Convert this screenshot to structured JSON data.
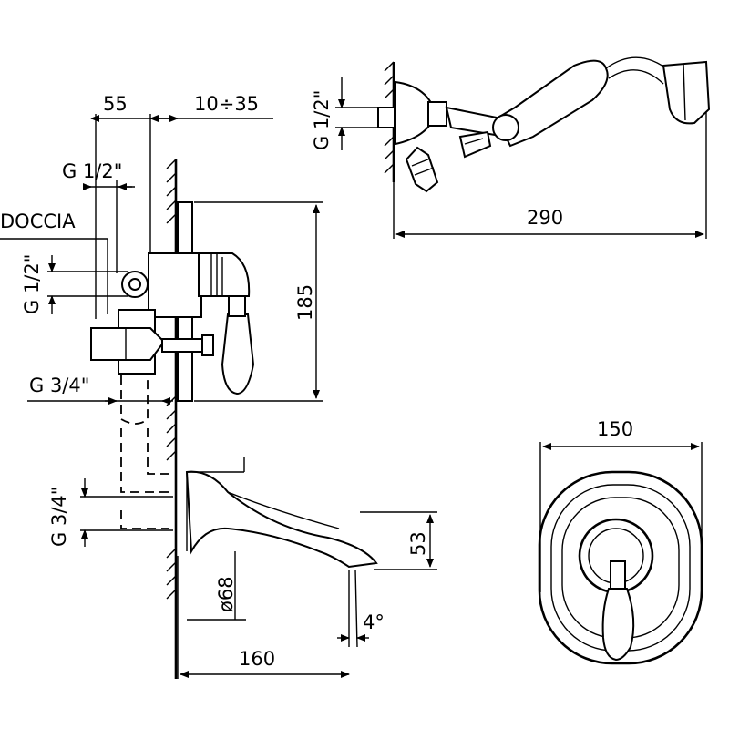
{
  "labels": {
    "dim_55": "55",
    "dim_10_35": "10÷35",
    "g_half_top": "G 1/2\"",
    "doccia": "DOCCIA",
    "g_half_left": "G 1/2\"",
    "g_three_quarter_mid": "G 3/4\"",
    "g_three_quarter_low": "G 3/4\"",
    "dim_185": "185",
    "g_half_shower": "G 1/2\"",
    "dim_290": "290",
    "dim_150": "150",
    "dim_53": "53",
    "dia_68": "ø68",
    "angle_4": "4°",
    "dim_160": "160"
  },
  "colors": {
    "line": "#000000",
    "background": "#ffffff"
  }
}
